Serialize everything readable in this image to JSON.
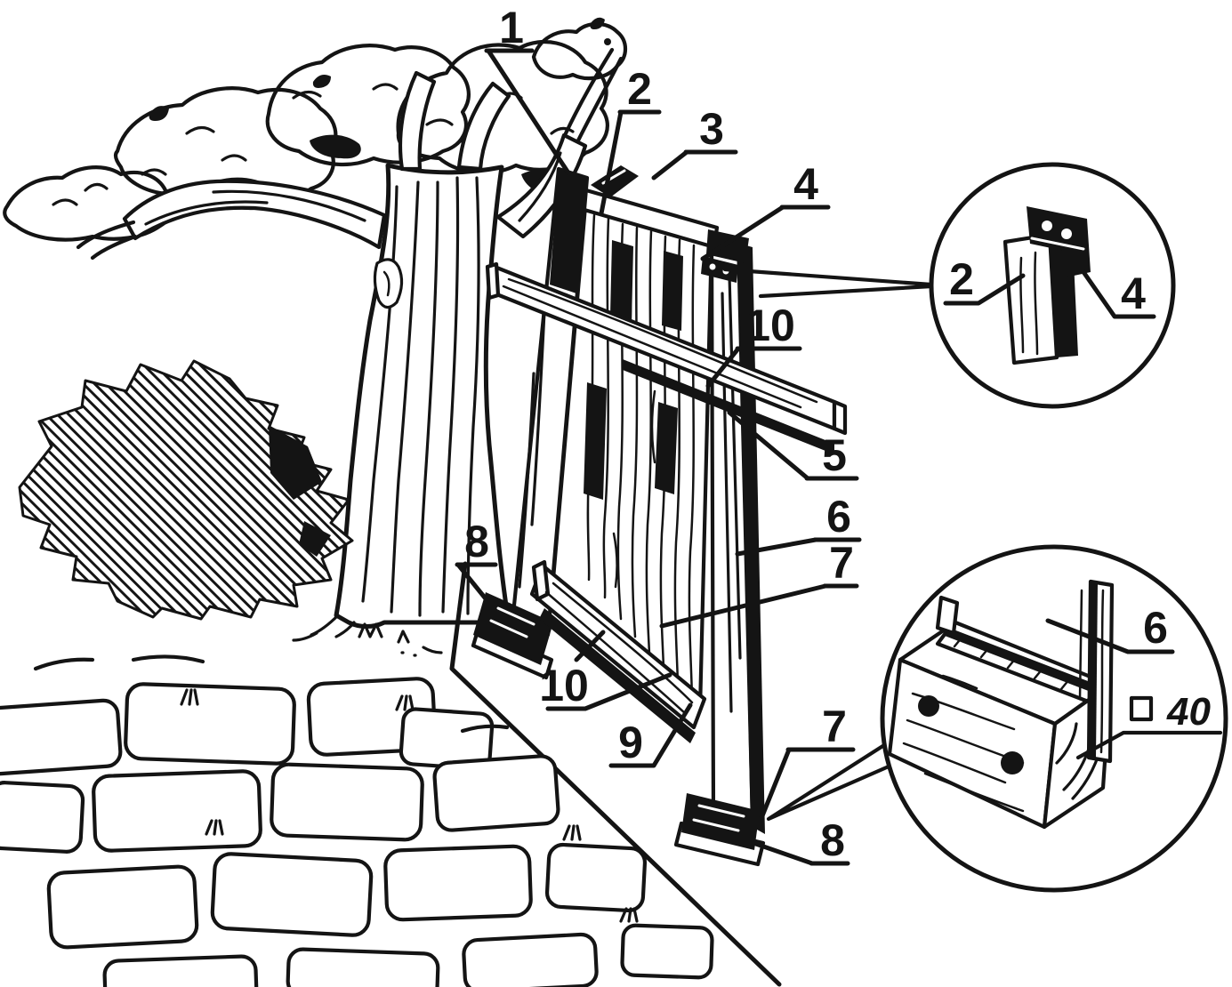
{
  "scene": {
    "background": "#ffffff",
    "ink": "#141414",
    "description": "Hand-drawn assembly illustration: a wooden slatted screen panel with posts, rails and ground feet stands on a cobblestone path beside a gnarled tree and a hatched bush; numbered part callouts 1-10 and two circular magnified detail views"
  },
  "callouts": {
    "c1": "1",
    "c2": "2",
    "c3": "3",
    "c4": "4",
    "c10_upper": "10",
    "c5": "5",
    "c6": "6",
    "c7_upper": "7",
    "c8_left": "8",
    "c10_lower": "10",
    "c9": "9",
    "c7_lower": "7",
    "c8_right": "8"
  },
  "detail_top": {
    "post": "2",
    "bracket": "4"
  },
  "detail_bottom": {
    "post": "6",
    "dim_symbol": "□",
    "dim_value": "40"
  }
}
